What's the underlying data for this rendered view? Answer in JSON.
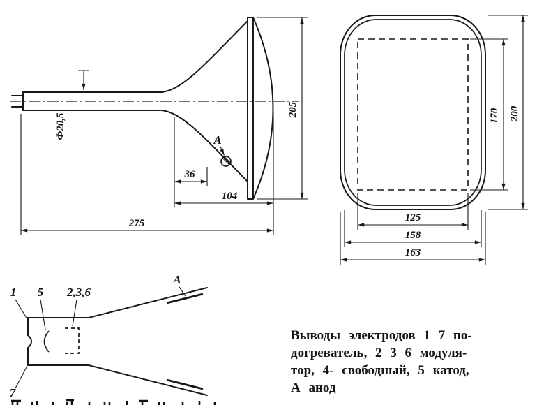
{
  "side_view": {
    "neck_diameter": "Ф20,5",
    "screen_height": "205",
    "anode_offset": "36",
    "cone_length": "104",
    "overall_length": "275",
    "anode_label": "А"
  },
  "front_view": {
    "inner_height": "170",
    "outer_height": "200",
    "inner_width": "125",
    "mid_width": "158",
    "outer_width": "163"
  },
  "pinout": {
    "pin_1": "1",
    "pin_5": "5",
    "pins_modulator": "2,3,6",
    "anode": "А",
    "pin_7": "7"
  },
  "caption": {
    "lines": [
      "Выводы электродов 1 7 по-",
      "догреватель, 2 3 6 модуля-",
      "тор, 4- свободный, 5 катод,",
      "А анод"
    ]
  }
}
